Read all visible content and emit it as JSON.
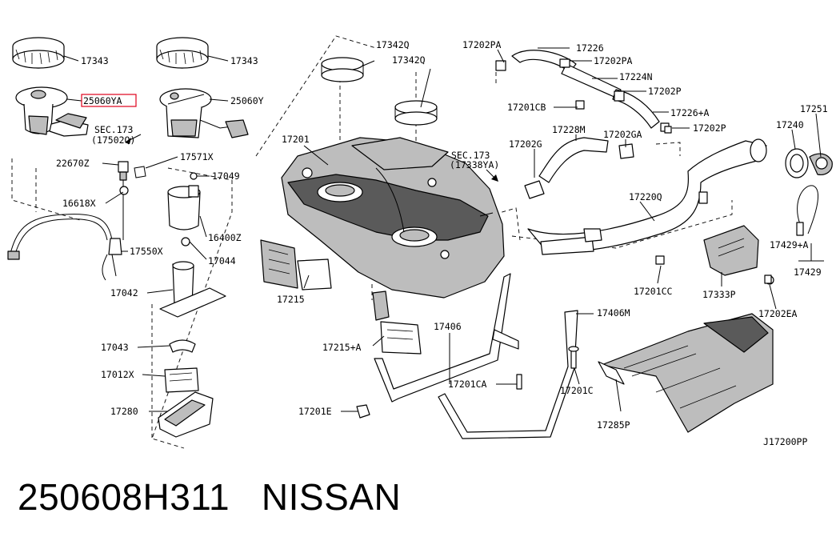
{
  "diagram": {
    "code": "J17200PP",
    "highlight_color": "#e0001b",
    "labels": {
      "p17343a": "17343",
      "p17343b": "17343",
      "p25060ya": "25060YA",
      "p25060y": "25060Y",
      "sec173a": "SEC.173",
      "sec173a_sub": "(17502Q)",
      "p22670z": "22670Z",
      "p17571x": "17571X",
      "p17049": "17049",
      "p16618x": "16618X",
      "p16400z": "16400Z",
      "p17550x": "17550X",
      "p17044": "17044",
      "p17042": "17042",
      "p17043": "17043",
      "p17012x": "17012X",
      "p17280": "17280",
      "p17342q_a": "17342Q",
      "p17342q_b": "17342Q",
      "p17201": "17201",
      "sec173b": "SEC.173",
      "sec173b_sub": "(17338YA)",
      "p17215": "17215",
      "p17215a": "17215+A",
      "p17406": "17406",
      "p17201e": "17201E",
      "p17201ca": "17201CA",
      "p17406m": "17406M",
      "p17201c": "17201C",
      "p17285p": "17285P",
      "p17202pa_a": "17202PA",
      "p17226": "17226",
      "p17202pa_b": "17202PA",
      "p17224n": "17224N",
      "p17202p_a": "17202P",
      "p17201cb": "17201CB",
      "p17226a": "17226+A",
      "p17228m": "17228M",
      "p17202ga": "17202GA",
      "p17202p_b": "17202P",
      "p17202g": "17202G",
      "p17251": "17251",
      "p17240": "17240",
      "p17220q": "17220Q",
      "p17429a": "17429+A",
      "p17429": "17429",
      "p17201cc": "17201CC",
      "p17333p": "17333P",
      "p17202ea": "17202EA"
    }
  },
  "caption": {
    "part_number": "250608H311",
    "brand": "NISSAN"
  }
}
